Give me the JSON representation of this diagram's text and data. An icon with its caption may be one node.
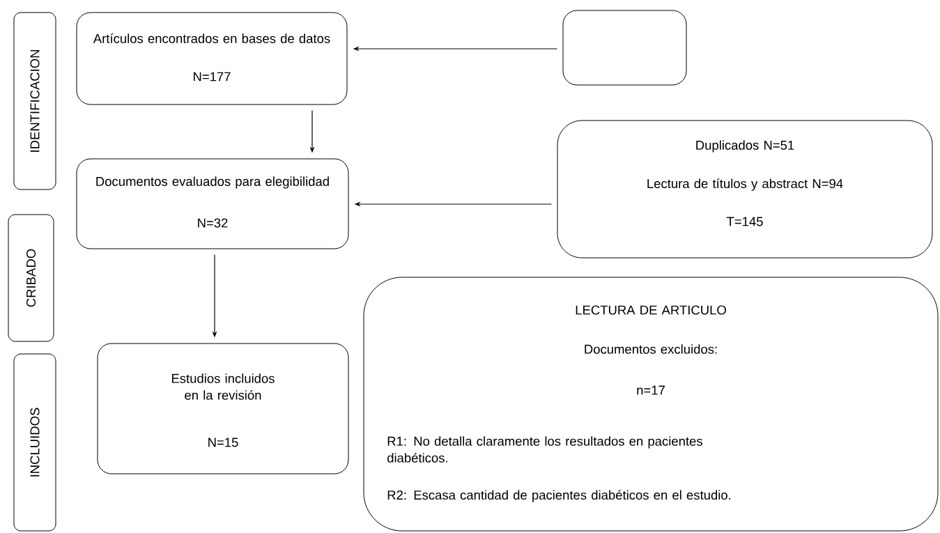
{
  "diagram": {
    "nodes": [
      {
        "text": [
          "IDENTIFICACION"
        ]
      },
      {
        "text": [
          "CRIBADO"
        ]
      },
      {
        "text": [
          "INCLUIDOS"
        ]
      },
      {
        "text": [
          "Artículos encontrados en bases de datos",
          "N=177"
        ]
      },
      {
        "text": [],
        "shape": "box"
      },
      {
        "text": [
          "Documentos evaluados para elegibilidad",
          "N=32"
        ]
      },
      {
        "text": [
          "Duplicados N=51",
          "Lectura de títulos y abstract N=94",
          "T=145"
        ]
      },
      {
        "text": [
          "Estudios incluidos en la revisión",
          "N=15"
        ]
      },
      {
        "text": [
          "LECTURA DE ARTICULO",
          "Documentos excluidos:",
          "n=17",
          "R1: No detalla claramente los resultados en pacientes diabéticos.",
          "R2: Escasa cantidad de pacientes diabéticos en el estudio."
        ]
      }
    ],
    "edges": [
      {
        "from": 4,
        "to": 3,
        "arrow": "to"
      },
      {
        "from": 3,
        "to": 5,
        "arrow": "to"
      },
      {
        "from": 6,
        "to": 5,
        "arrow": "to"
      },
      {
        "from": 5,
        "to": 7,
        "arrow": "to"
      }
    ]
  }
}
